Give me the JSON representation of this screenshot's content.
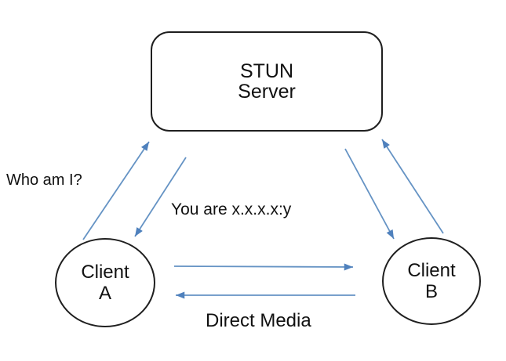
{
  "diagram": {
    "nodes": {
      "stun_server": {
        "line1": "STUN",
        "line2": "Server"
      },
      "client_a": {
        "line1": "Client",
        "line2": "A"
      },
      "client_b": {
        "line1": "Client",
        "line2": "B"
      }
    },
    "annotations": {
      "who_am_i": "Who am I?",
      "you_are": "You are x.x.x.x:y",
      "direct_media": "Direct Media"
    },
    "colors": {
      "arrow_line": "#6593c4",
      "arrow_head": "#4f81bd",
      "shape_border": "#1f1f1f",
      "text": "#111111",
      "background": "#ffffff"
    }
  }
}
